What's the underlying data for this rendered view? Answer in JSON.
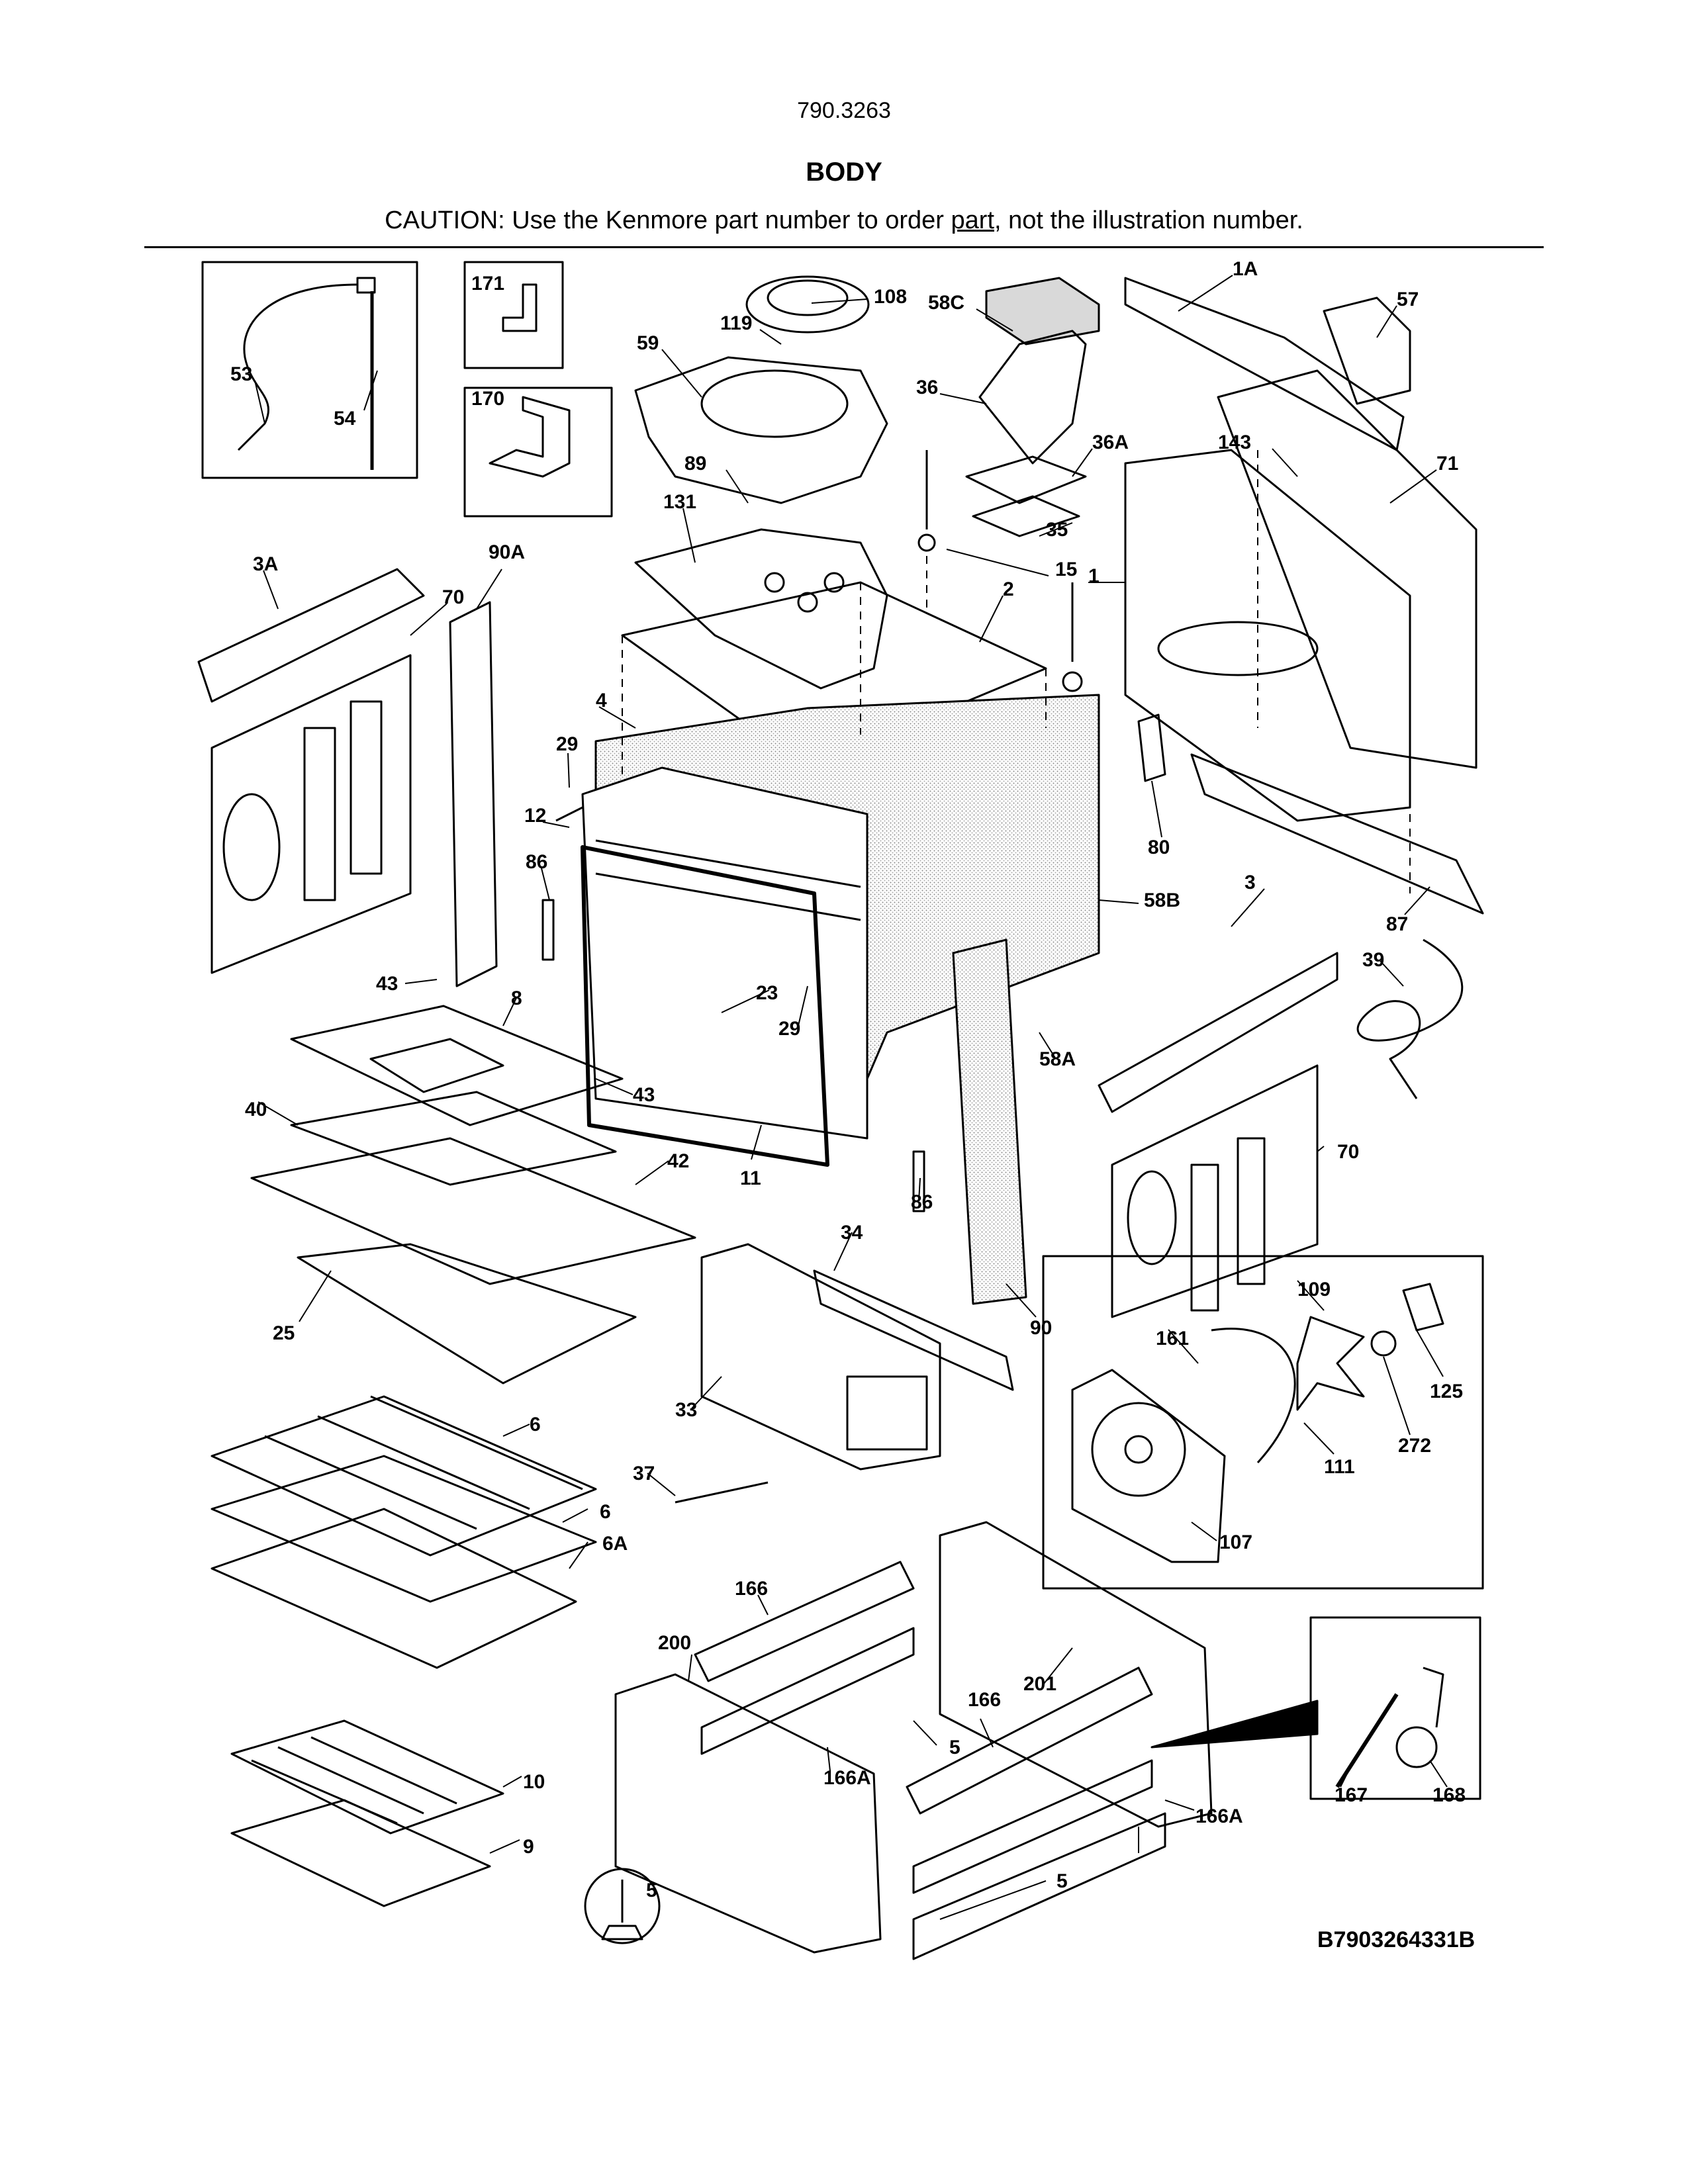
{
  "header": {
    "model": "790.3263",
    "title": "BODY",
    "caution_before": "CAUTION: Use the Kenmore part number to order ",
    "caution_link": "part",
    "caution_after": ", not the illustration number."
  },
  "footer": {
    "diagram_code": "B7903264331B"
  },
  "callouts": {
    "c1A": "1A",
    "c57": "57",
    "c108": "108",
    "c58C": "58C",
    "c119": "119",
    "c59": "59",
    "c171": "171",
    "c170": "170",
    "c53": "53",
    "c54": "54",
    "c36": "36",
    "c36A": "36A",
    "c143": "143",
    "c71": "71",
    "c89": "89",
    "c35": "35",
    "c131": "131",
    "c15": "15",
    "c1": "1",
    "c3A": "3A",
    "c90A": "90A",
    "c70a": "70",
    "c2": "2",
    "c4": "4",
    "c29a": "29",
    "c12": "12",
    "c80": "80",
    "c86a": "86",
    "c58B": "58B",
    "c3": "3",
    "c87": "87",
    "c39": "39",
    "c43a": "43",
    "c8": "8",
    "c23": "23",
    "c29b": "29",
    "c58A": "58A",
    "c43b": "43",
    "c40": "40",
    "c70b": "70",
    "c42": "42",
    "c11": "11",
    "c86b": "86",
    "c34": "34",
    "c109": "109",
    "c161": "161",
    "c25": "25",
    "c90": "90",
    "c125": "125",
    "c33": "33",
    "c272": "272",
    "c111": "111",
    "c6a": "6",
    "c37": "37",
    "c6b": "6",
    "c6A": "6A",
    "c107": "107",
    "c166a": "166",
    "c200": "200",
    "c201": "201",
    "c166b": "166",
    "c5a": "5",
    "c166Aa": "166A",
    "c167": "167",
    "c168": "168",
    "c10": "10",
    "c166Ab": "166A",
    "c9": "9",
    "c5b": "5",
    "c5c": "5"
  },
  "colors": {
    "ink": "#000000",
    "insulation": "#bdbdbd",
    "paper": "#ffffff"
  }
}
